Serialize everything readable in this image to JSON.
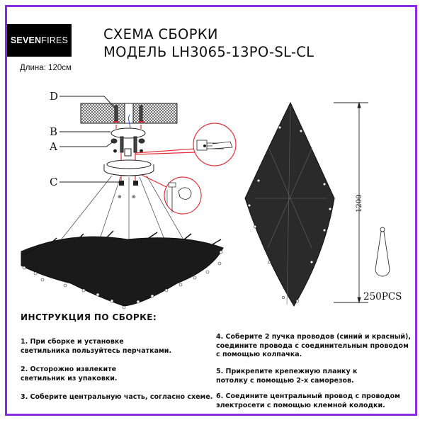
{
  "brand": {
    "bold": "SEVEN",
    "light": "FIRES"
  },
  "header": {
    "title_line1": "СХЕМА СБОРКИ",
    "title_line2": "МОДЕЛЬ LH3065-13PO-SL-CL",
    "length": "Длина: 120см"
  },
  "diagram": {
    "labels": {
      "d": "D",
      "b": "B",
      "a": "A",
      "c": "C"
    },
    "dimension": "1200",
    "pendant_count": "250PCS",
    "colors": {
      "frame": "#8a2be2",
      "callout": "#e0323c",
      "wire_blue": "#2b4bd6"
    }
  },
  "instructions": {
    "heading": "ИНСТРУКЦИЯ ПО СБОРКЕ:",
    "steps": [
      {
        "line1": "1. При сборке и установке",
        "line2": "светильника пользуйтесь перчатками."
      },
      {
        "line1": "2. Осторожно извлеките",
        "line2": "светильник из упаковки."
      },
      {
        "line1": "3. Соберите центральную часть, согласно схеме.",
        "line2": ""
      },
      {
        "line1": "4. Соберите 2 пучка проводов (синий и красный),",
        "line2": "соедините провода с соединительным проводом",
        "line3": "с помощью колпачка."
      },
      {
        "line1": "5. Прикрепите крепежную планку к",
        "line2": "потолку с помощью 2-х саморезов."
      },
      {
        "line1": "6. Соедините центральный провод с проводом",
        "line2": "электросети с помощью клемной колодки."
      }
    ]
  }
}
